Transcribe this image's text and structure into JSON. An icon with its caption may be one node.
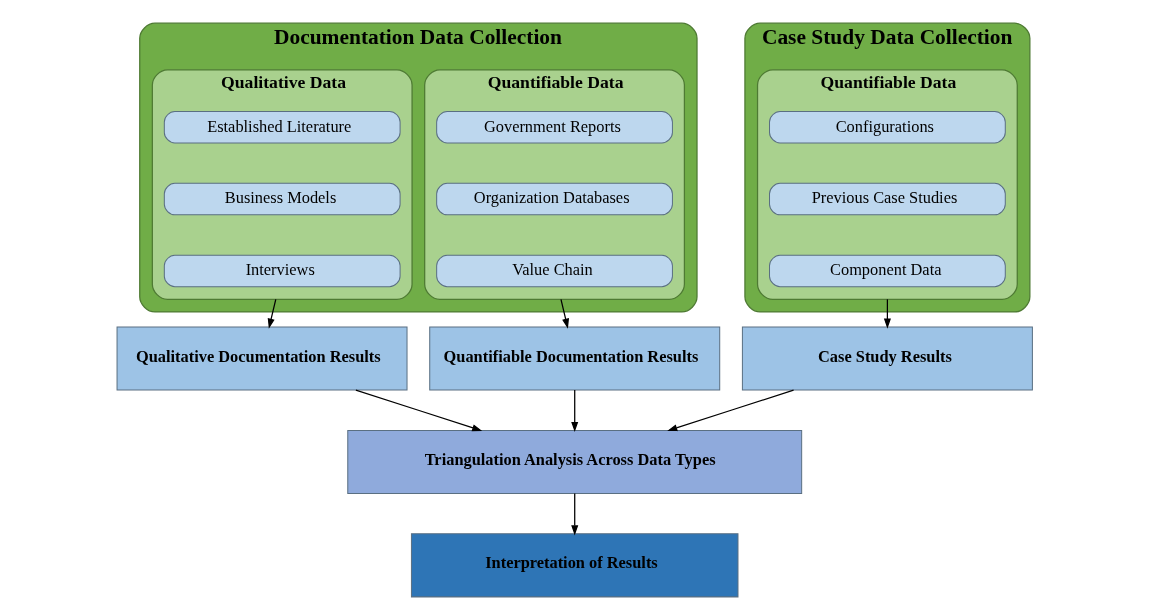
{
  "diagram": {
    "nodes": [
      {
        "text": [
          "Documentation Data Collection"
        ]
      },
      {
        "text": [
          "Qualitative Data"
        ],
        "in": 0
      },
      {
        "text": [
          "Established Literature"
        ],
        "in": 1
      },
      {
        "text": [
          "Business Models"
        ],
        "in": 1
      },
      {
        "text": [
          "Interviews"
        ],
        "in": 1
      },
      {
        "text": [
          "Quantifiable Data"
        ],
        "in": 0
      },
      {
        "text": [
          "Government Reports"
        ],
        "in": 5
      },
      {
        "text": [
          "Organization Databases"
        ],
        "in": 5
      },
      {
        "text": [
          "Value Chain"
        ],
        "in": 5
      },
      {
        "text": [
          "Case Study Data Collection"
        ]
      },
      {
        "text": [
          "Quantifiable Data"
        ],
        "in": 9
      },
      {
        "text": [
          "Configurations"
        ],
        "in": 10
      },
      {
        "text": [
          "Previous Case Studies"
        ],
        "in": 10
      },
      {
        "text": [
          "Component Data"
        ],
        "in": 10
      },
      {
        "text": [
          "Qualitative Documentation Results"
        ]
      },
      {
        "text": [
          "Quantifiable Documentation Results"
        ]
      },
      {
        "text": [
          "Case Study Results"
        ]
      },
      {
        "text": [
          "Triangulation Analysis Across Data Types"
        ]
      },
      {
        "text": [
          "Interpretation of Results"
        ]
      }
    ],
    "edges": [
      {
        "from": 1,
        "to": 14,
        "arrow": "to"
      },
      {
        "from": 5,
        "to": 15,
        "arrow": "to"
      },
      {
        "from": 10,
        "to": 16,
        "arrow": "to"
      },
      {
        "from": 14,
        "to": 17,
        "arrow": "to"
      },
      {
        "from": 15,
        "to": 17,
        "arrow": "to"
      },
      {
        "from": 16,
        "to": 17,
        "arrow": "to"
      },
      {
        "from": 17,
        "to": 18,
        "arrow": "to"
      }
    ]
  }
}
